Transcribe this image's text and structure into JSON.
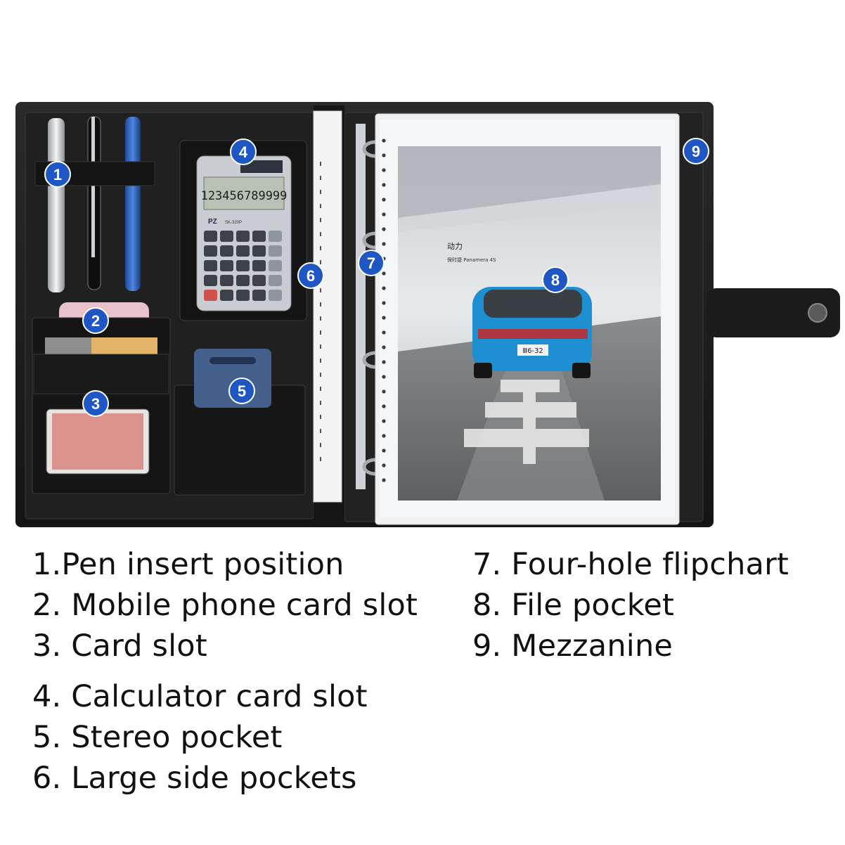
{
  "callouts": [
    "1",
    "2",
    "3",
    "4",
    "5",
    "6",
    "7",
    "8",
    "9"
  ],
  "calculator": {
    "display": "123456789999",
    "model": "SK-320P",
    "brand": "PZ"
  },
  "poster": {
    "heading": "动力",
    "subheading": "保时捷 Panamera 4S",
    "plate": "Ⅲ6-32"
  },
  "legend": {
    "left": [
      "1.Pen insert position",
      "2. Mobile phone card slot",
      "3. Card slot",
      "4. Calculator card slot",
      "5. Stereo pocket",
      "6. Large side pockets"
    ],
    "right": [
      "7. Four-hole flipchart",
      "8. File pocket",
      "9. Mezzanine"
    ]
  },
  "colors": {
    "badge": "#1e56c4",
    "leather": "#1a1a1a",
    "car": "#1e8fd0"
  }
}
